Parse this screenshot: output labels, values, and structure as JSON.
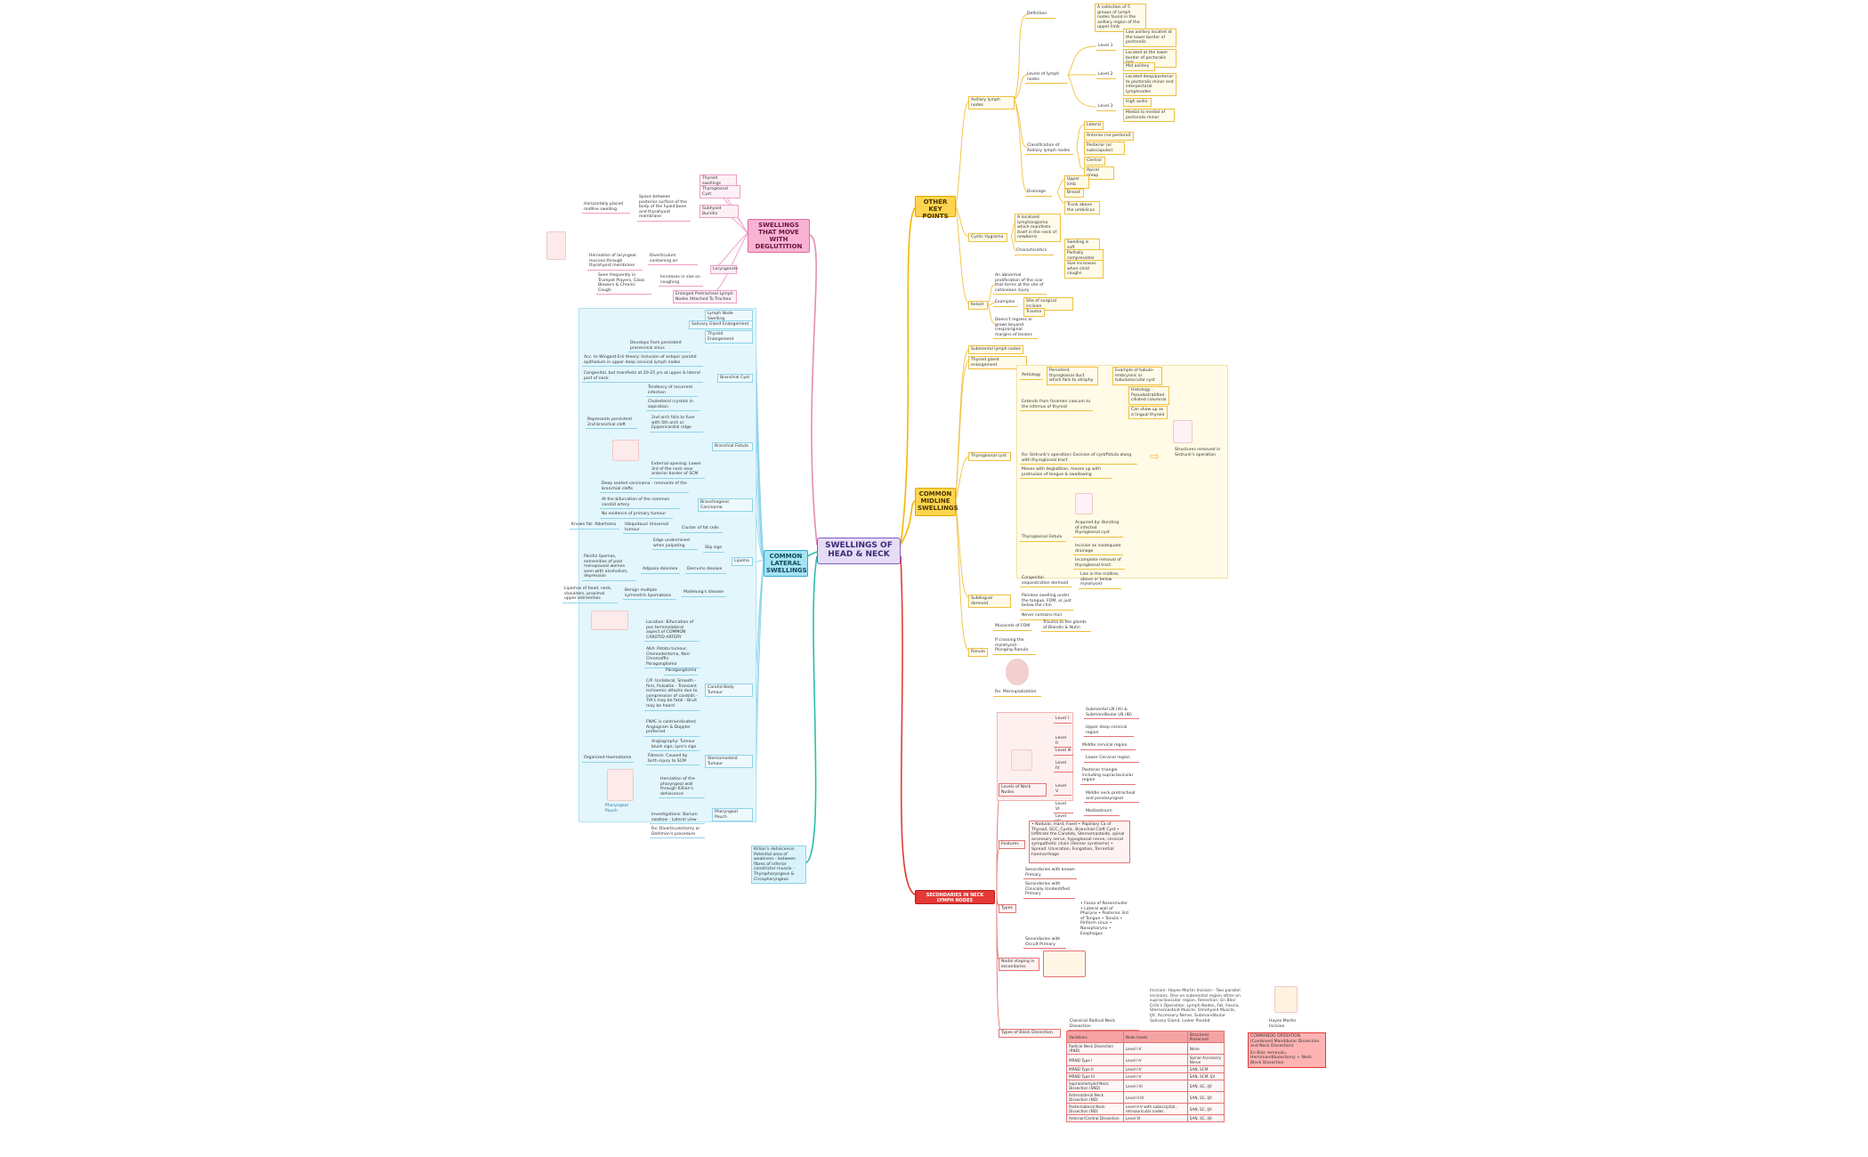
{
  "colors": {
    "yellow": "#f5b800",
    "pink": "#e68bb5",
    "cyan": "#2bbfa6",
    "red": "#e53935",
    "root": "#7c5cc4"
  },
  "root": "SWELLINGS OF HEAD & NECK",
  "branches": {
    "other": "OTHER KEY POINTS",
    "midline": "COMMON MIDLINE SWELLINGS",
    "deglutition": "SWELLINGS THAT MOVE WITH DEGLUTITION",
    "lateral": "COMMON LATERAL SWELLINGS",
    "secondaries": "SECONDARIES IN NECK LYMPH NODES"
  },
  "other": {
    "axillary": "Axillary lymph nodes",
    "definition": "Definition",
    "definition_text": "A collection of 5 groups of lymph nodes found in the axillary region of the upper limb",
    "levels": "Levels of lymph nodes",
    "level1": "Level 1",
    "level1_a": "Low axillary located at the lower border of pectoralis",
    "level1_b": "Located at the lower border of pectoralis mor",
    "level2": "Level 2",
    "level2_a": "Mid axillary",
    "level2_b": "Located deep/posterior to pectoralis minor and interpectoral lymphnodes",
    "level3": "Level 3",
    "level3_a": "High axilla",
    "level3_b": "Medial to medial of pectoralis minor",
    "classification": "Classification of Axillary lymph nodes",
    "class_items": [
      "Lateral",
      "Anterior (no pectoral)",
      "Posterior (or subscapular)",
      "Central",
      "Apical group"
    ],
    "drainage": "Drainage",
    "drain_items": [
      "Upper limb",
      "Breast",
      "Trunk above the umbilicus"
    ],
    "cystic": "Cystic Hygroma",
    "cystic_def": "A localised lymphangioma which manifests itself in the neck of newborns",
    "characteristics": "Characteristics",
    "char_items": [
      "Swelling is soft",
      "Partially compressible",
      "Size increases when child coughs"
    ],
    "keloid": "Keloid",
    "keloid_def": "An abnormal proliferation of the scar that forms at the site of cutaneous injury",
    "examples": "Examples",
    "ex_items": [
      "Site of surgical incision",
      "Trauma"
    ],
    "keloid_note": "Doesn't regress or grows beyond (resp)original margins of lesions"
  },
  "midline": {
    "submental": "Submental lymph nodes",
    "thyroid_enl": "Thyroid gland enlargement",
    "thyroglossal_cyst": "Thyroglossal cyst",
    "aetiology": "Aetiology",
    "aet_a": "Persistent thyroglossal duct which fails to atrophy",
    "aet_b": "Example of tubulo-embryonic or tubulosaccular cyst",
    "histology": "Histology - Pseudostratified ciliated columnar",
    "ectopic": "Can show up as a lingual thyroid",
    "extends": "Extends from foramen caecum to the isthmus of thyroid",
    "sistrunk": "Rx: Sistrunk's operation: Excision of cyst/fistula along with thyroglossal tract",
    "moves": "Moves with deglutition, moves up with protrusion of tongue & swallowing",
    "structures": "Structures removed in Sistrunk's operation",
    "fistula": "Thyroglossal Fistula",
    "fis_a": "Acquired by: Bursting of infected thyroglossal cyst",
    "fis_b": "Incision as inadequate drainage",
    "fis_c": "Incomplete removal of thyroglossal tract",
    "sublingual": "Sublingual dermoid",
    "sub_a": "Congenital sequestration dermoid",
    "sub_b": "Lies in the midline, above or below mylohyoid",
    "sub_c": "Painless swelling under the tongue, FOM, or just below the chin",
    "sub_d": "Never contains Hair",
    "ranula": "Ranula",
    "ran_a": "Mucocele of FOM",
    "ran_b": "Trauma to the glands of Blandin & Nuhn",
    "ran_c": "If crossing the mylohyoid - Plunging Ranula",
    "ran_d": "Rx: Marsupialization"
  },
  "deglutition": {
    "items": [
      "Thyroid swellings",
      "Thyroglossal Cyst",
      "Subhyoid Bursitis",
      "Laryngocele",
      "Enlarged Pretracheal Lymph Nodes Attached To Trachea"
    ],
    "bursitis_a": "Space between posterior surface of the body of the hyoid bone and thyrohyoid membrane",
    "bursitis_b": "Horizontally placed midline swelling",
    "laryngo_a": "Diverticulum containing air",
    "laryngo_b": "Increases in size on coughing",
    "laryngo_c": "Herniation of laryngeal mucosa through thyrohyoid membrane",
    "laryngo_d": "Seen frequently in Trumpet Players, Glass Blowers & Chronic Cough"
  },
  "lateral": {
    "lymph": "Lymph Node Swelling",
    "salivary": "Salivary Gland Enlargement",
    "thyroid": "Thyroid Enlargement",
    "branchial_cyst": "Branchial Cyst",
    "bc_a": "Develops from persistent precervical sinus",
    "bc_b": "Acc. to Wingard-Erk theory: Inclusion of ectopic parotid epithelium in upper deep cervical lymph nodes",
    "bc_c": "Congenital, but manifests at 20-25 yrs at upper & lateral part of neck",
    "bc_d": "Tendency of recurrent infection",
    "bc_e": "Cholesterol crystals in aspiration",
    "branchial_fistula": "Branchial Fistula",
    "bf_a": "2nd arch fails to fuse with 5th arch or Epipericardial ridge",
    "bf_b": "Represents persistent 2nd branchial cleft",
    "bf_c": "External opening: Lower 3rd of the neck near anterior border of SCM",
    "branchio": "Branchiogenic Carcinoma",
    "br_a": "Deep seated carcinoma - remnants of the branchial clefts",
    "br_b": "At the bifurcation of the common carotid artery",
    "br_c": "No evidence of primary tumour",
    "lipoma": "Lipoma",
    "lip_a": "Ubiquitous/ Universal tumour",
    "lip_b": "Known fat: Albertoma",
    "lip_c": "Cluster of fat cells",
    "lip_d": "Slip sign",
    "lip_e": "Edge undermined when palpating",
    "dercums": "Dercums disease",
    "der_a": "Adiposa dolorosa",
    "der_b": "Painful lipomas, extremities of post menopausal women seen with alcoholism, depression",
    "madelung": "Madelung's disease",
    "mad_a": "Benign multiple symmetric lipomatosis",
    "mad_b": "Lipomas of head, neck, shoulders, proximal upper extremities",
    "carotid": "Carotid Body Tumour",
    "ca_a": "Location: Bifurcation of pos terminolateral aspect of COMMON CAROTID ARTERY",
    "ca_b": "AKA: Potato tumour, Chemodectoma, Non-Chromaffin Paraganglioma",
    "ca_c": "Paraganglioma",
    "ca_d": "C/F: Unilateral, Smooth - firm, Pulsatile - Transient ischaemic attacks due to compression of carotids - TIA's may be fatal - Bruit may be heard",
    "ca_e": "FNAC is contraindicated; Angiogram & Doppler preferred",
    "ca_f": "Angiography: Tumour blush sign; Lyre's sign",
    "sternomastoid": "Sternomastoid Tumour",
    "st_a": "Fibrosis: Caused by birth injury to SCM",
    "st_b": "Organized Haematoma",
    "pharyngeal": "Pharyngeal Pouch",
    "ph_a": "Herniation of the pharyngeal wall through Killian's dehiscence",
    "ph_b": "Investigations: Barium swallow - Lateral view",
    "ph_c": "Rx: Diverticulectomy or Dohlman's procedure",
    "ph_d": "Pharyngeal Pouch",
    "killian": "Killian's dehiscence: Potential area of weakness - between fibres of inferior constrictor muscle - Thyropharyngeus & Cricopharyngeus"
  },
  "secondaries": {
    "levels": "Levels of Neck Nodes",
    "level_items": [
      [
        "Level I",
        "Submental LN (IA) & Submandibular LN (IB)"
      ],
      [
        "Level II",
        "Upper deep cervical region"
      ],
      [
        "Level III",
        "Middle cervical region"
      ],
      [
        "Level IV",
        "Lower Cervical region"
      ],
      [
        "Level V",
        "Posterior triangle including supraclavicular region"
      ],
      [
        "Level VI",
        "Middle neck pretracheal and paralaryngeal"
      ],
      [
        "Level VII",
        "Mediastinum"
      ]
    ],
    "features": "Features",
    "features_text": "• Nodular, Hard, Fixed • Papillary Ca of Thyroid, SCC, Cystic, Branchial Cleft Cyst • Infiltrate the Carotids, Sternomastoids, spinal accessory nerve, hypoglossal nerve, cervical sympathetic chain (Horner syndrome) • Spread: Ulceration, Fungation, Torrential haemorrhage",
    "types": "Types",
    "type_a": "Secondaries with known Primary",
    "type_b": "Secondaries with Clinically Unidentified Primary",
    "type_c": "Secondaries with Occult Primary",
    "occult_text": "• Fossa of Rosenmuller • Lateral wall of Pharynx • Posterior 3rd of Tongue • Tonsils • Piriform sinus • Nasopharynx • Esophagus",
    "nodal": "Nodal staging in secondaries",
    "dissection": "Types of Block Dissection",
    "classical": "Classical Radical Neck Dissection",
    "crile_text": "Incision: Hayes-Martin Incision - Two parallel incisions, One on submental region other on supraclavicular region. Resection: En Bloc: Crile's Operation: Lymph Nodes, Fat, Fascia, Sternomastoid Muscle, Omohyoid Muscle, IJV, Accessory Nerve, Submandibular Salivary Gland, Lower Parotid",
    "hayes": "Hayes Martin Incision",
    "commando": "COMMANDO OPERATION (Combined Mandibular Dissection and Neck Dissection)",
    "commando_b": "En Bloc removal= Hemimandibulectomy + Neck Block Dissection",
    "table_head": [
      "Variations",
      "Node levels",
      "Structures Preserved"
    ],
    "table_rows": [
      [
        "Radical Neck Dissection (RND)",
        "Level I-V",
        "None"
      ],
      [
        "MRND Type I",
        "Level I-V",
        "Spinal Accessory Nerve"
      ],
      [
        "MRND Type II",
        "Level I-V",
        "SAN, SCM"
      ],
      [
        "MRND Type III",
        "Level I-V",
        "SAN, SCM, IJV"
      ],
      [
        "Supraomohyoid Neck Dissection (SND)",
        "Level I-III",
        "SAN, SC, IJV"
      ],
      [
        "Anterolateral Neck Dissection (ND)",
        "Level II-IV",
        "SAN, SC, IJV"
      ],
      [
        "Posterolateral Neck Dissection (ND)",
        "Level II-V with suboccipital, retroauricular nodes",
        "SAN, SC, IJV"
      ],
      [
        "Anterior/Central Dissection",
        "Level VI",
        "SAN, SC, IJV"
      ]
    ]
  }
}
